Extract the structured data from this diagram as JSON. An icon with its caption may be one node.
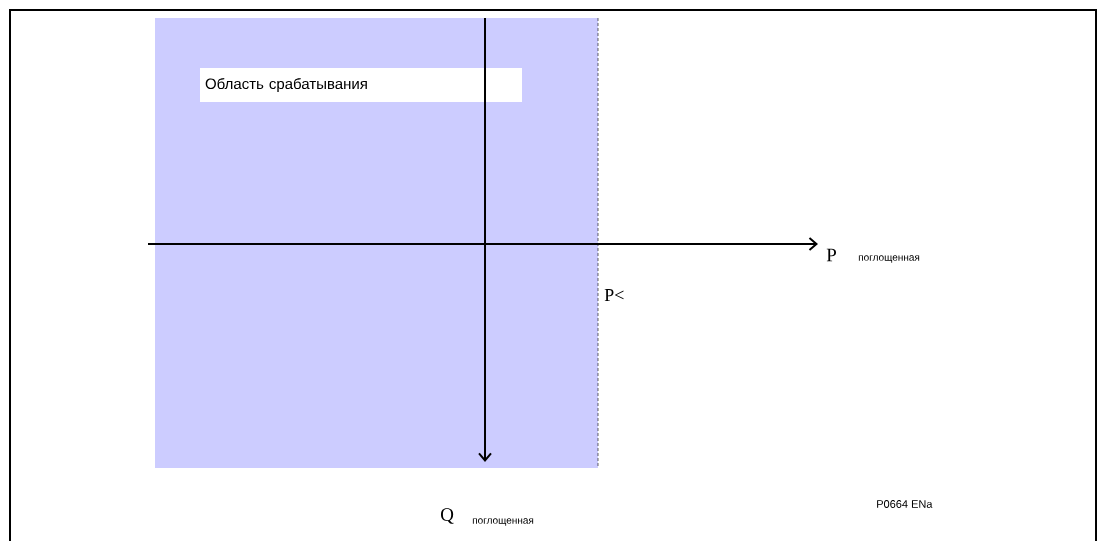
{
  "diagram": {
    "nodes": [
      {
        "text": [
          "Область срабатывания"
        ]
      }
    ],
    "labels": [
      "P",
      "поглощенная",
      "P<",
      "Q",
      "поглощенная",
      "P0664 ENa"
    ]
  }
}
